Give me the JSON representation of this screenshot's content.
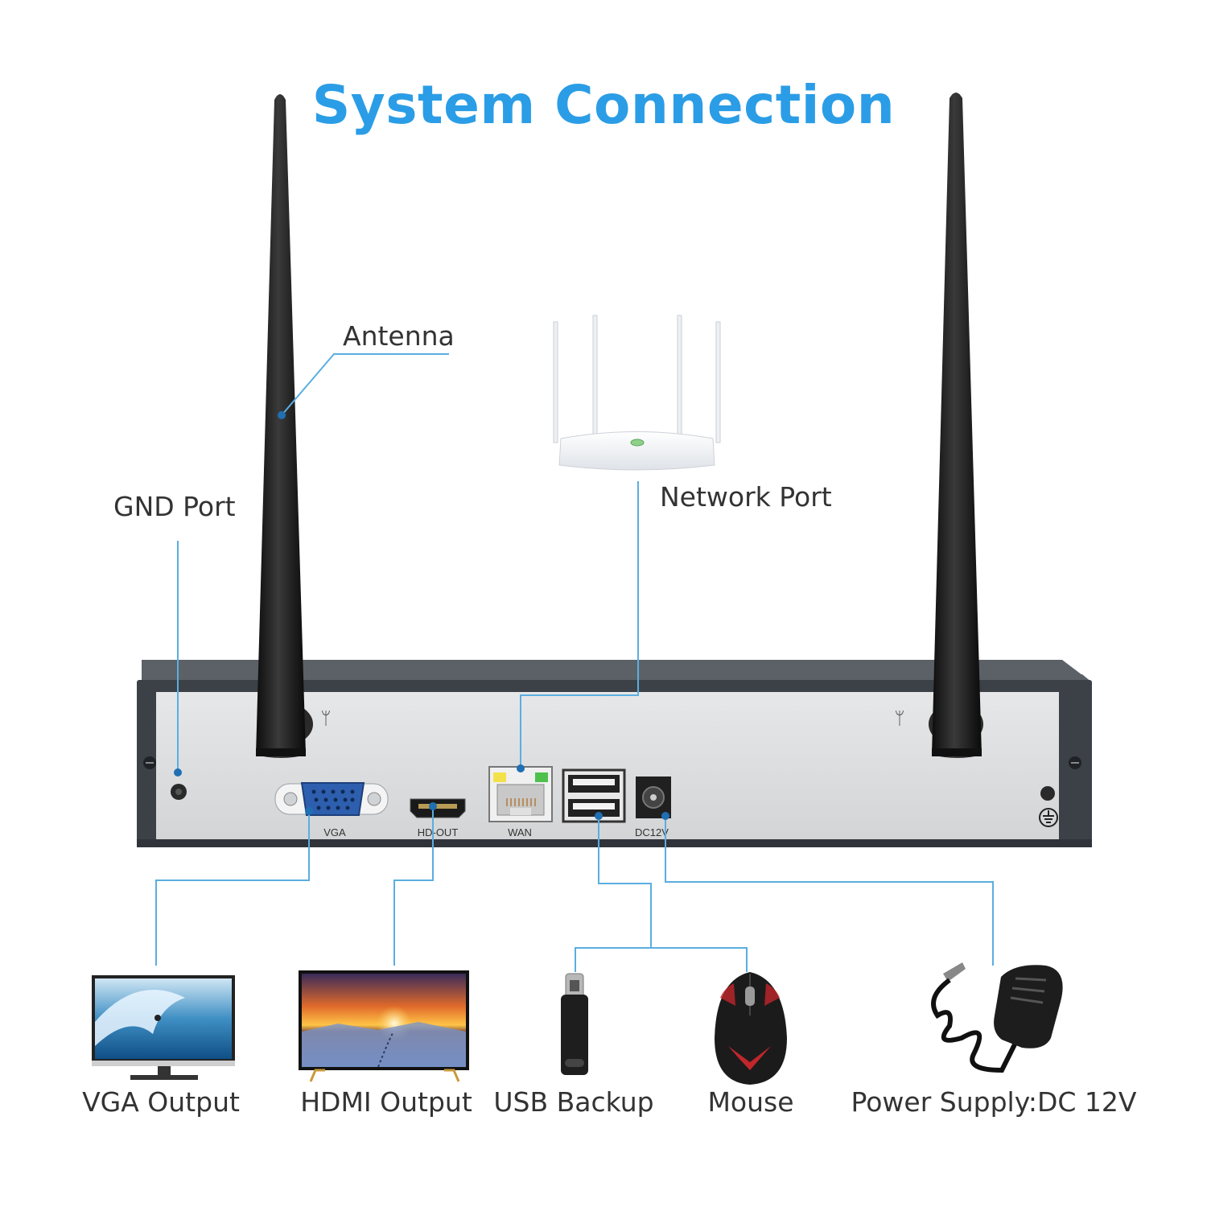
{
  "title": "System Connection",
  "callouts": {
    "antenna": "Antenna",
    "gnd_port": "GND Port",
    "network_port": "Network Port"
  },
  "port_labels": {
    "vga": "VGA",
    "hdmi": "HD-OUT",
    "wan": "WAN",
    "dc": "DC12V"
  },
  "devices": {
    "vga_output": "VGA Output",
    "hdmi_output": "HDMI Output",
    "usb_backup": "USB Backup",
    "mouse": "Mouse",
    "power_supply": "Power Supply:DC 12V"
  },
  "colors": {
    "accent": "#2b9de6",
    "line": "#5aaee0",
    "text": "#333333",
    "nvr_panel": "#d9dadc",
    "nvr_frame": "#3c4148",
    "antenna": "#1a1a1a"
  }
}
